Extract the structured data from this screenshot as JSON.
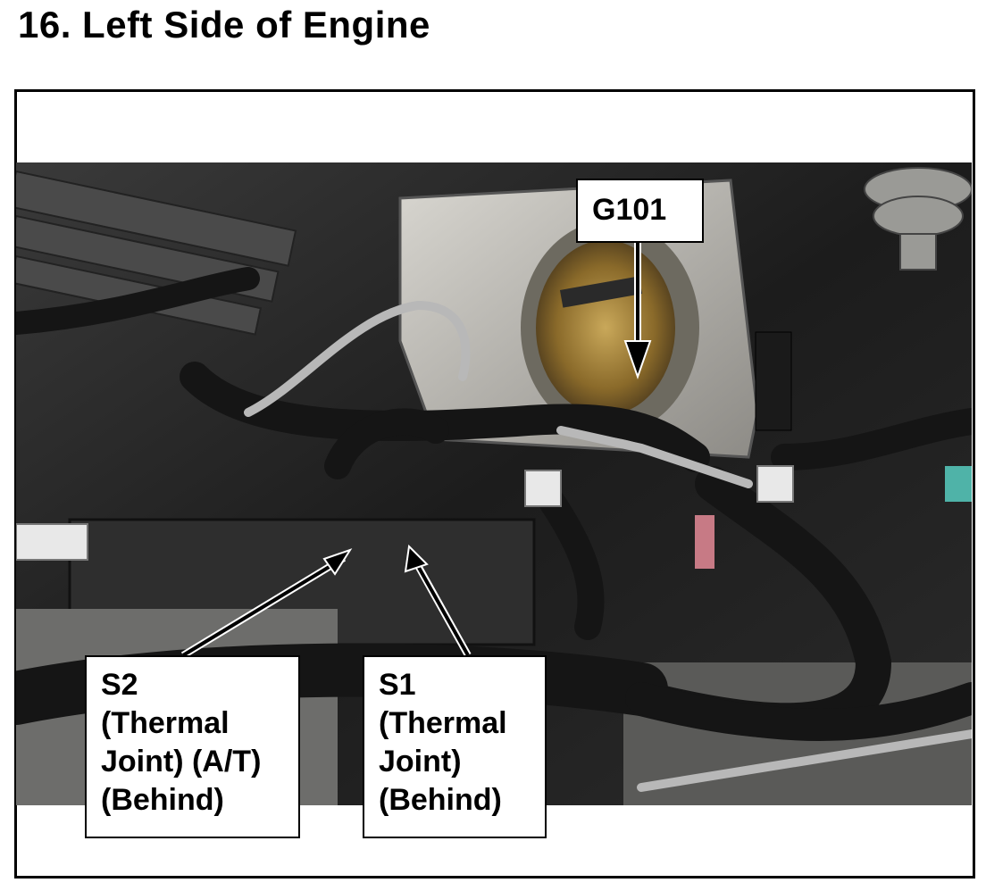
{
  "title": "16.  Left Side of Engine",
  "callouts": {
    "g101": {
      "lines": [
        "G101"
      ]
    },
    "s2": {
      "lines": [
        "S2",
        "(Thermal",
        "Joint) (A/T)",
        "(Behind)"
      ]
    },
    "s1": {
      "lines": [
        "S1",
        "(Thermal",
        "Joint)",
        "(Behind)"
      ]
    }
  }
}
